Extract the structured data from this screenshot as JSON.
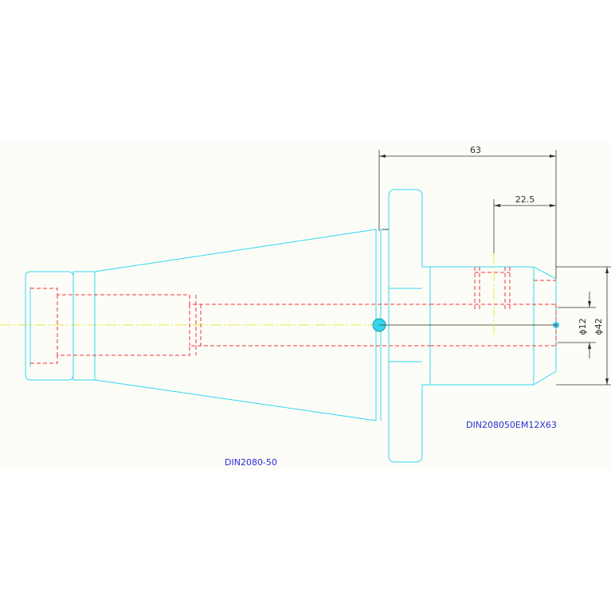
{
  "labels": {
    "left_part": "DIN2080-50",
    "right_part": "DIN208050EM12X63"
  },
  "dimensions": {
    "overall_length": "63",
    "sub_length": "22.5",
    "bore_diameter": "ϕ12",
    "outer_diameter": "ϕ42"
  },
  "colors": {
    "outline": "#33d6ee",
    "hidden": "#ee3333",
    "centerline": "#e8e84a",
    "dimension": "#303030",
    "label_text": "#2a2ad8"
  }
}
